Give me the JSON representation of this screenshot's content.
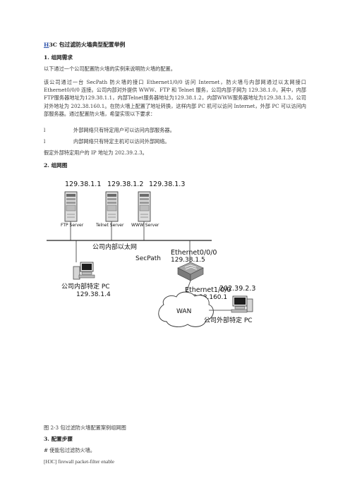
{
  "doc": {
    "title_first": "H",
    "title_rest": "3C 包过滤防火墙典型配置举例",
    "s1_heading": "1. 组网需求",
    "s1_intro": "以下通过一个公司配置防火墙的实例来说明防火墙的配置。",
    "s1_para": "该公司通过一台 SecPath 防火墙的接口 Ethernet1/0/0 访问 Internet，防火墙与内部网通过以太网接口 Ethernet0/0/0 连接。公司内部对外提供 WWW、FTP 和 Telnet 服务，公司内部子网为 129.38.1.0，其中，内部FTP服务器地址为129.38.1.1，内部Telnet服务器地址为129.38.1.2，内部WWW服务器地址为129.38.1.3，公司对外地址为 202.38.160.1。在防火墙上配置了地址转换，这样内部 PC 机可以访问 Internet，外部 PC 可以访问内部服务器。通过配置防火墙，希望实现以下要求：",
    "bullet_char": "l",
    "bullets": [
      "外部网络只有特定用户可以访问内部服务器。",
      "内部网络只有特定主机可以访问外部网络。"
    ],
    "s1_assume": "假定外部特定用户的 IP 地址为 202.39.2.3。",
    "s2_heading": "2. 组网图",
    "figure_caption": "图 2-3  包过滤防火墙配置案例组网图",
    "s3_heading": "3. 配置步骤",
    "step1": "# 使能包过滤防火墙。",
    "step1_cmd": "[H3C] firewall packet-filter enable"
  },
  "diagram": {
    "server_ips": [
      "129.38.1.1",
      "129.38.1.2",
      "129.38.1.3"
    ],
    "server_names": [
      "FTP Server",
      "Telnet Server",
      "WWW Server"
    ],
    "lan_label": "公司内部以太网",
    "firewall_label": "SecPath",
    "eth0_label": "Ethernet0/0/0",
    "eth0_ip": "129.38.1.5",
    "inner_pc_label": "公司内部特定 PC",
    "inner_pc_ip": "129.38.1.4",
    "eth1_label": "Ethernet1/0/0",
    "eth1_ip": "202.38.160.1",
    "wan_label": "WAN",
    "outer_pc_ip": "202.39.2.3",
    "outer_pc_label": "公司外部特定 PC"
  }
}
